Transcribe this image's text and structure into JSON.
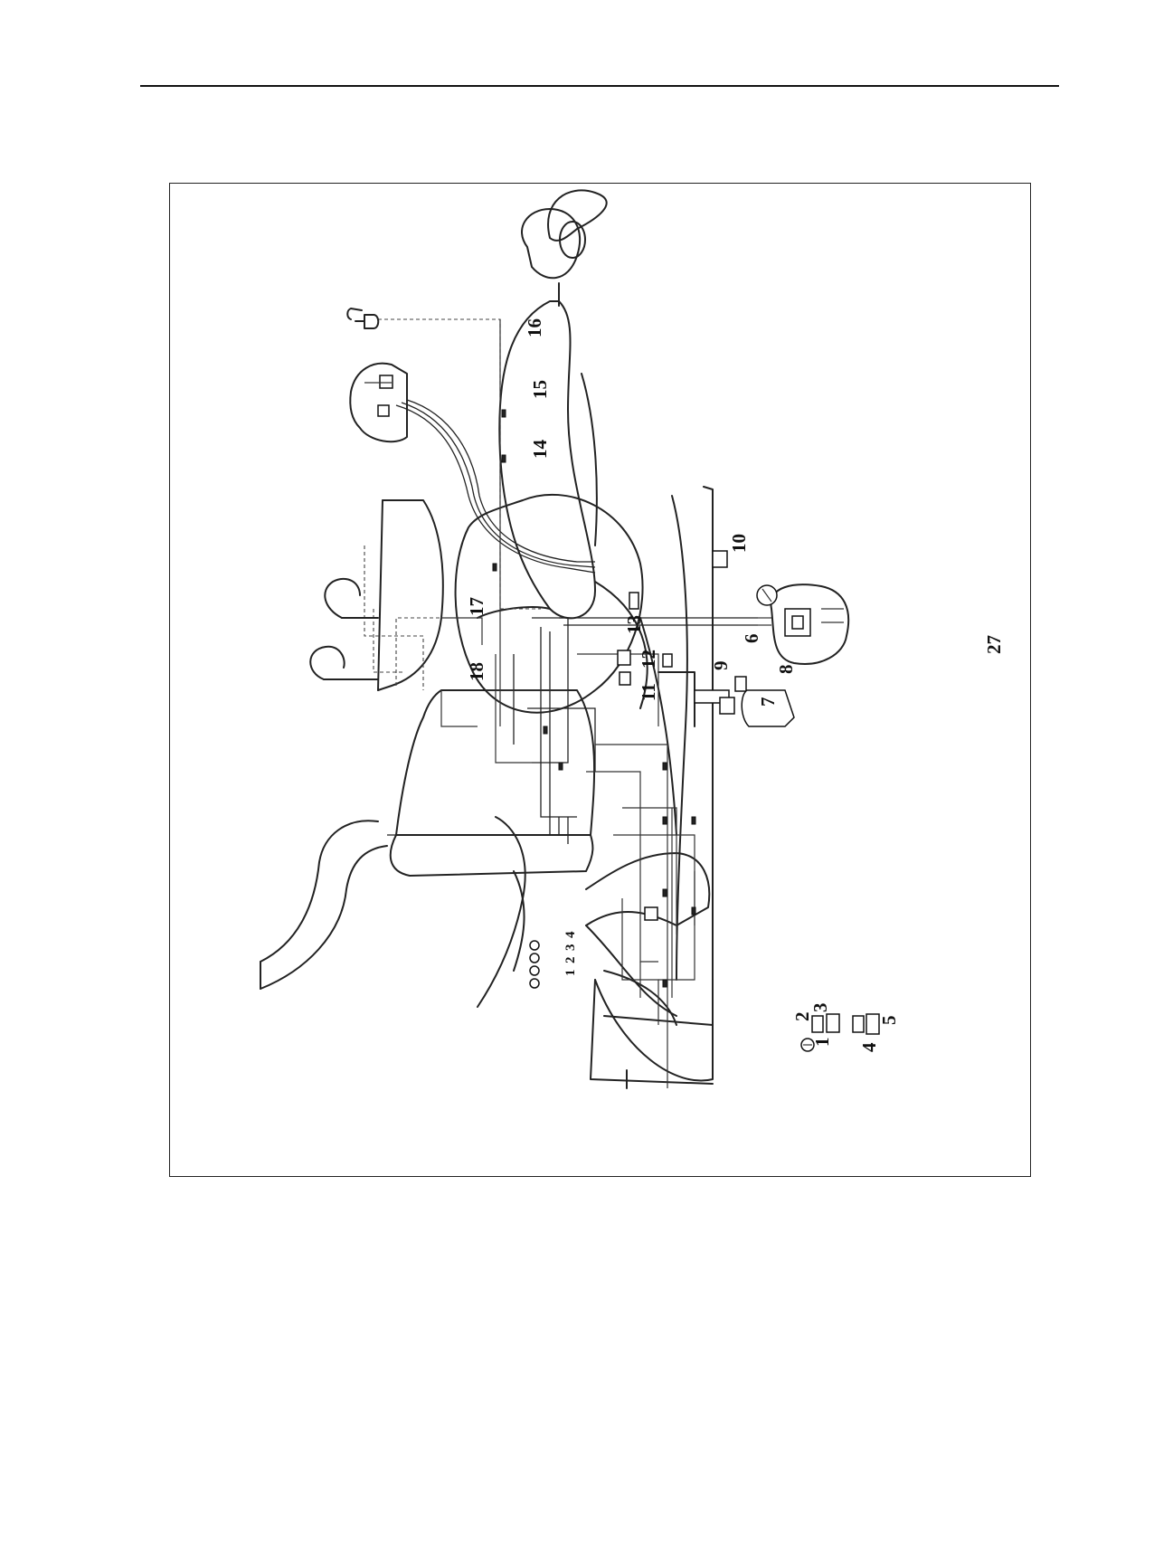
{
  "diagram": {
    "labels": {
      "l1": "1",
      "l2": "2",
      "l3": "3",
      "l4": "4",
      "l5": "5",
      "l6": "6",
      "l7": "7",
      "l8": "8",
      "l9": "9",
      "l10": "10",
      "l11": "11",
      "l12": "12",
      "l13": "13",
      "l14": "14",
      "l15": "15",
      "l16": "16",
      "l17": "17",
      "l18": "18",
      "l27": "27",
      "c1": "1",
      "c2": "2",
      "c3": "3",
      "c4": "4"
    }
  }
}
